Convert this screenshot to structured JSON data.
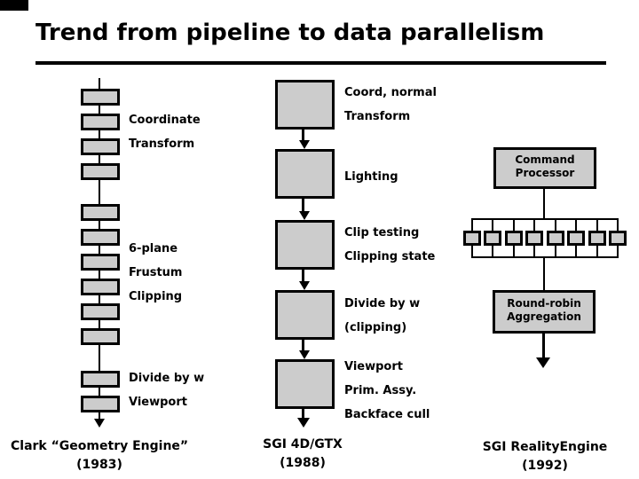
{
  "title": "Trend from pipeline to data parallelism",
  "colors": {
    "background": "#ffffff",
    "ink": "#000000",
    "box_fill": "#cccccc"
  },
  "pipelines": [
    {
      "name": "Clark Geometry Engine pipeline",
      "unit_count": 12,
      "labels": [
        "Coordinate",
        "Transform",
        "6-plane",
        "Frustum",
        "Clipping",
        "Divide by w",
        "Viewport"
      ],
      "caption": [
        "Clark “Geometry Engine”",
        "(1983)"
      ]
    },
    {
      "name": "SGI 4D/GTX pipeline",
      "stage_count": 5,
      "labels": [
        "Coord, normal",
        "Transform",
        "Lighting",
        "Clip testing",
        "Clipping state",
        "Divide by w",
        "(clipping)",
        "Viewport",
        "Prim. Assy.",
        "Backface cull"
      ],
      "caption": [
        "SGI 4D/GTX",
        "(1988)"
      ]
    },
    {
      "name": "SGI RealityEngine data-parallel system",
      "command_processor": [
        "Command",
        "Processor"
      ],
      "parallel_unit_count": 8,
      "aggregator": [
        "Round-robin",
        "Aggregation"
      ],
      "caption": [
        "SGI RealityEngine",
        "(1992)"
      ]
    }
  ]
}
